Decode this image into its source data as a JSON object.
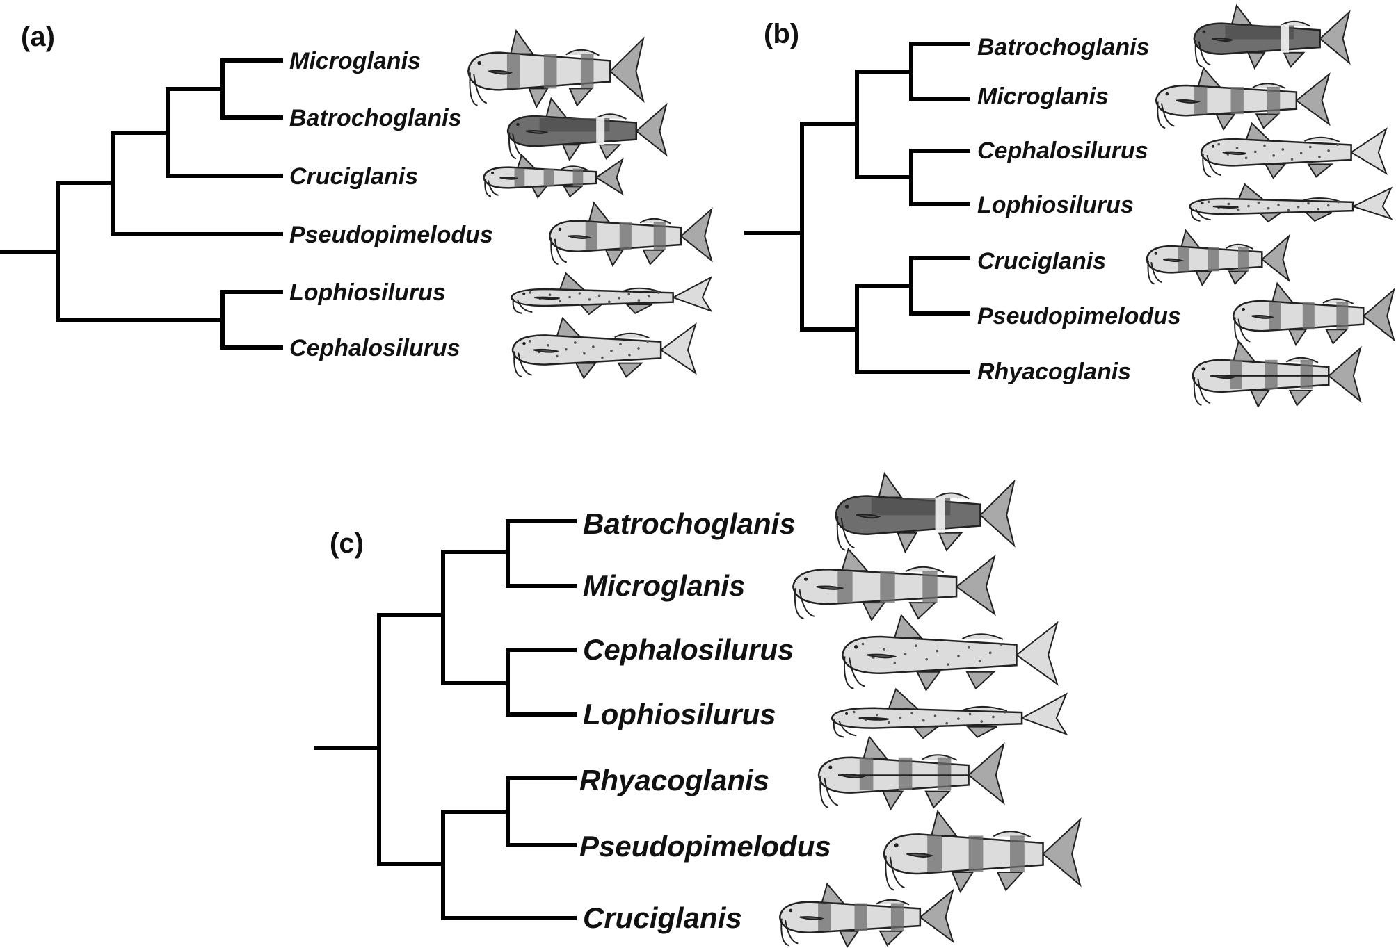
{
  "panels": [
    {
      "id": "a",
      "label": "(a)",
      "taxa": [
        "Microglanis",
        "Batrochoglanis",
        "Cruciglanis",
        "Pseudopimelodus",
        "Lophiosilurus",
        "Cephalosilurus"
      ],
      "tree": [
        [
          [
            [
              "Microglanis",
              "Batrochoglanis"
            ],
            "Cruciglanis"
          ],
          "Pseudopimelodus"
        ],
        [
          "Lophiosilurus",
          "Cephalosilurus"
        ]
      ]
    },
    {
      "id": "b",
      "label": "(b)",
      "taxa": [
        "Batrochoglanis",
        "Microglanis",
        "Cephalosilurus",
        "Lophiosilurus",
        "Cruciglanis",
        "Pseudopimelodus",
        "Rhyacoglanis"
      ],
      "tree": [
        [
          [
            "Batrochoglanis",
            "Microglanis"
          ],
          [
            "Cephalosilurus",
            "Lophiosilurus"
          ]
        ],
        [
          [
            "Cruciglanis",
            "Pseudopimelodus"
          ],
          "Rhyacoglanis"
        ]
      ]
    },
    {
      "id": "c",
      "label": "(c)",
      "taxa": [
        "Batrochoglanis",
        "Microglanis",
        "Cephalosilurus",
        "Lophiosilurus",
        "Rhyacoglanis",
        "Pseudopimelodus",
        "Cruciglanis"
      ],
      "tree": [
        [
          [
            "Batrochoglanis",
            "Microglanis"
          ],
          [
            "Cephalosilurus",
            "Lophiosilurus"
          ]
        ],
        [
          [
            "Rhyacoglanis",
            "Pseudopimelodus"
          ],
          "Cruciglanis"
        ]
      ]
    }
  ],
  "fish_styles": {
    "Microglanis": "banded",
    "Batrochoglanis": "dark-saddle",
    "Cruciglanis": "banded",
    "Pseudopimelodus": "banded",
    "Lophiosilurus": "flat-spotted",
    "Cephalosilurus": "spotted",
    "Rhyacoglanis": "striped-banded"
  },
  "colors": {
    "ink": "#000000",
    "shade_dark": "#6e6e6e",
    "shade_mid": "#a9a9a9",
    "shade_light": "#dcdcdc",
    "paper": "#ffffff"
  }
}
